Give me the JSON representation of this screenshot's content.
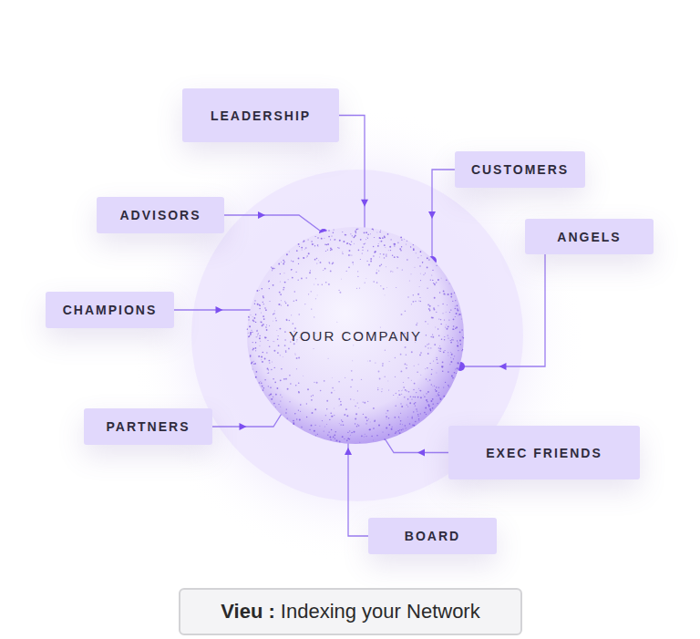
{
  "diagram": {
    "nodes": [
      {
        "text": [
          "LEADERSHIP"
        ]
      },
      {
        "text": [
          "CUSTOMERS"
        ]
      },
      {
        "text": [
          "ADVISORS"
        ]
      },
      {
        "text": [
          "ANGELS"
        ]
      },
      {
        "text": [
          "CHAMPIONS"
        ]
      },
      {
        "text": [
          "YOUR COMPANY"
        ]
      },
      {
        "text": [
          "PARTNERS"
        ]
      },
      {
        "text": [
          "EXEC FRIENDS"
        ]
      },
      {
        "text": [
          "BOARD"
        ]
      },
      {
        "text": [
          "Vieu :",
          "Indexing your Network"
        ]
      }
    ],
    "edges": [
      {
        "from": 0,
        "to": 5,
        "arrow": "to"
      },
      {
        "from": 1,
        "to": 5,
        "arrow": "to"
      },
      {
        "from": 2,
        "to": 5,
        "arrow": "to"
      },
      {
        "from": 3,
        "to": 5,
        "arrow": "to"
      },
      {
        "from": 4,
        "to": 5,
        "arrow": "to"
      },
      {
        "from": 6,
        "to": 5,
        "arrow": "to"
      },
      {
        "from": 7,
        "to": 5,
        "arrow": "to"
      },
      {
        "from": 8,
        "to": 5,
        "arrow": "to"
      }
    ]
  }
}
